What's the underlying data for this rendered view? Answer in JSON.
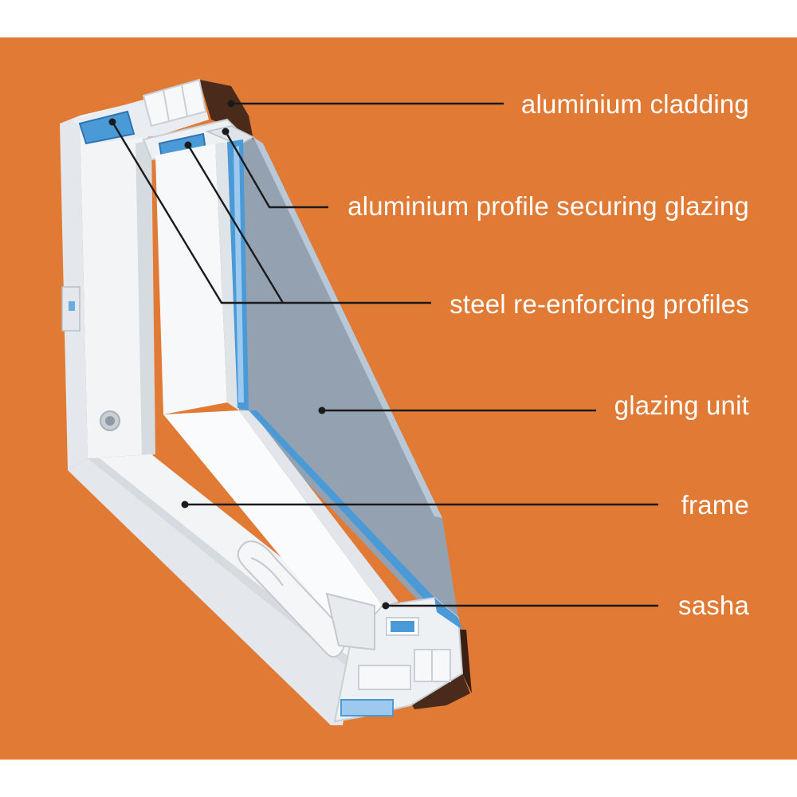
{
  "colors": {
    "background": "#e07a35",
    "glass": "#8fa3b7",
    "glass_edge": "#b9c8d6",
    "pvc_white": "#f2f4f6",
    "pvc_shade": "#d6dbe0",
    "steel_blue": "#4a9ad8",
    "cladding_brown": "#4a2a1a",
    "leader_line": "#1a1a1a",
    "label_text": "#ffffff"
  },
  "labels": [
    {
      "text": "aluminium cladding"
    },
    {
      "text": "aluminium profile securing glazing"
    },
    {
      "text": "steel re-enforcing profiles"
    },
    {
      "text": "glazing unit"
    },
    {
      "text": "frame"
    },
    {
      "text": "sasha"
    }
  ],
  "illustration": {
    "subject": "window-frame-cross-section",
    "handle_icon": "window-handle-icon"
  }
}
